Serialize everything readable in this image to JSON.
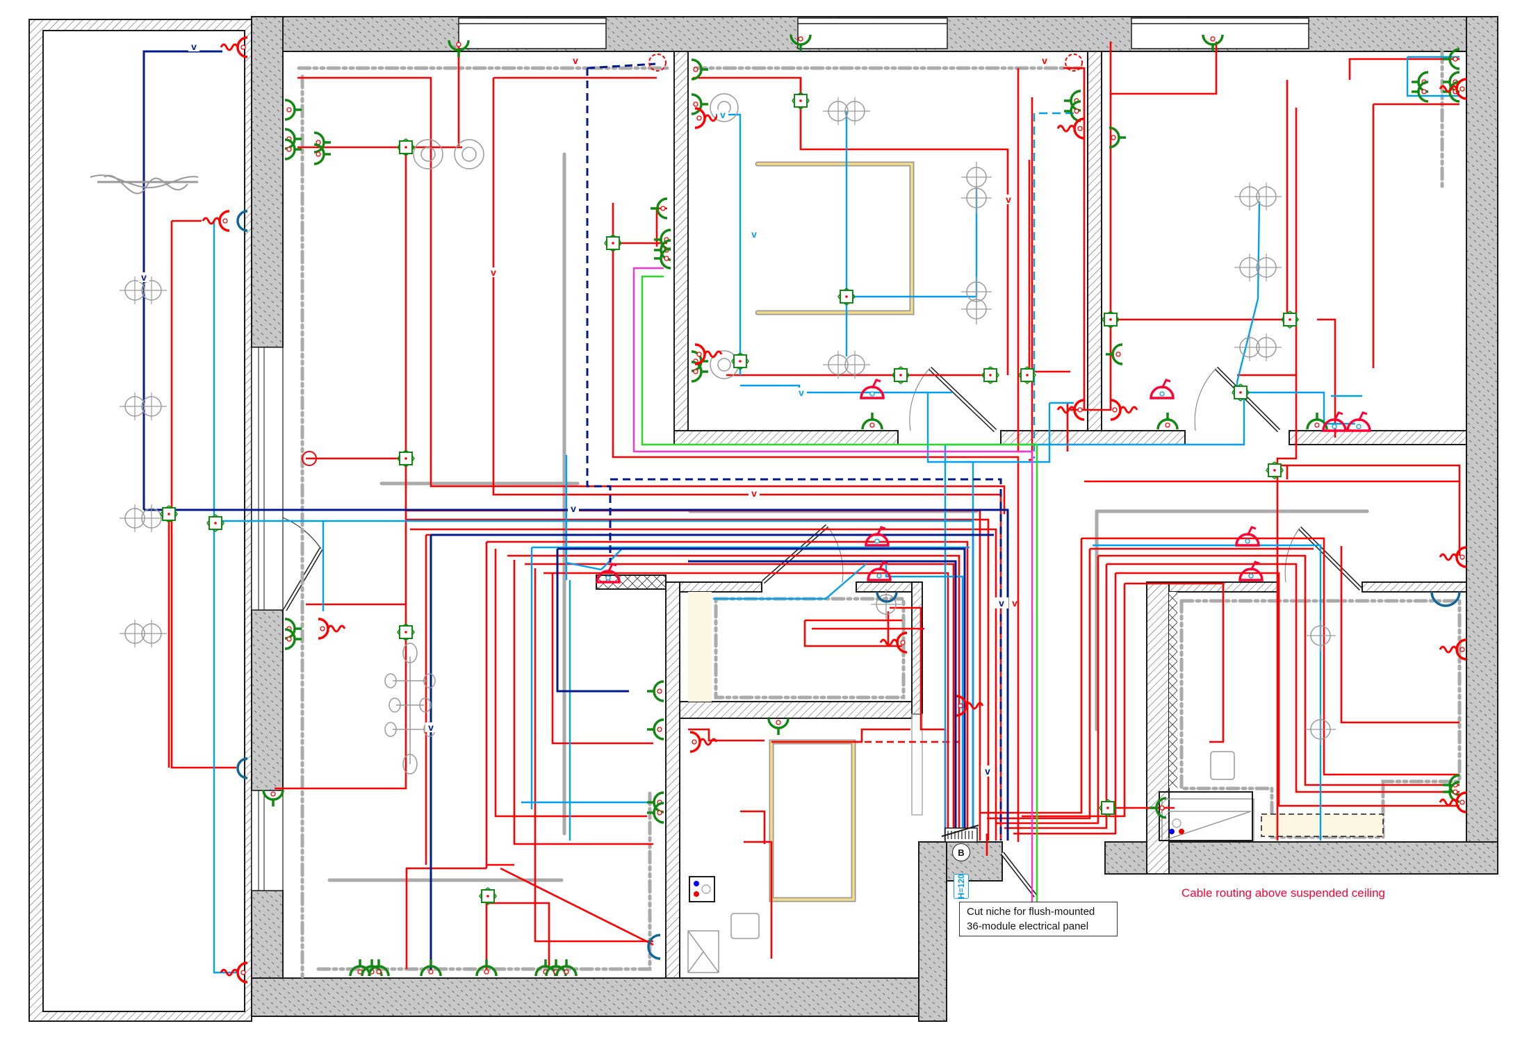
{
  "drawing": {
    "type": "Electrical layout floor plan",
    "annotations": {
      "panel_callout_line1": "Cut niche for flush-mounted",
      "panel_callout_line2": "36-module electrical panel",
      "ceiling_note": "Cable routing above suspended ceiling",
      "panel_symbol": "B",
      "panel_height": "H=120",
      "conduit_marker": "v"
    },
    "colors": {
      "wall_outline": "#1a1a1a",
      "wall_hatch_fill": "#c8c8c8",
      "power_circuit": "#ff0000",
      "lighting_circuit": "#00a0ee",
      "data_circuit": "#001a8c",
      "tv_circuit": "#ff33cc",
      "antenna_circuit": "#22dd22",
      "junction_box": "#118811",
      "socket_green": "#118811",
      "socket_blue": "#116699",
      "fixture_gray": "#999999",
      "ceiling_outline": "#aaaaaa",
      "led_strip": "#f5dc88",
      "note_red": "#ff0033"
    },
    "legend_symbols": [
      {
        "name": "junction-box",
        "color": "green"
      },
      {
        "name": "socket-outlet",
        "color": "green"
      },
      {
        "name": "switch",
        "color": "red"
      },
      {
        "name": "ceiling-light",
        "color": "gray"
      },
      {
        "name": "electrical-panel",
        "label": "B"
      }
    ]
  }
}
